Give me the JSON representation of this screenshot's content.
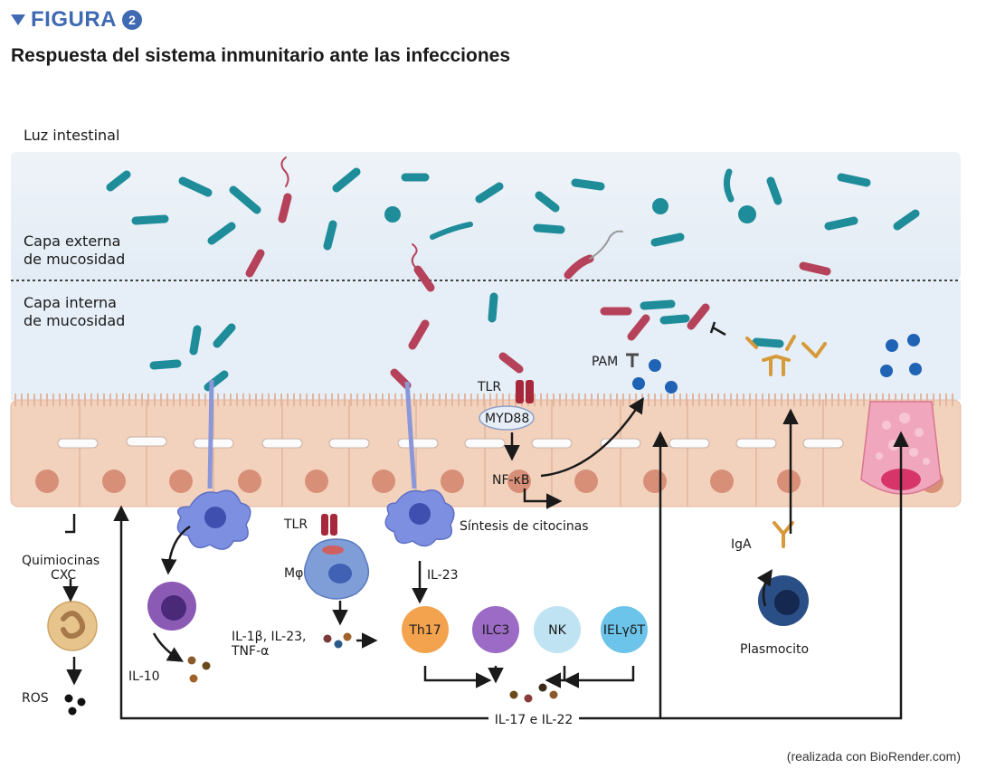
{
  "figure": {
    "word": "FIGURA",
    "number": "2"
  },
  "title": "Respuesta del sistema inmunitario ante las infecciones",
  "credit": "(realizada con BioRender.com)",
  "colors": {
    "accent": "#3f6ab3",
    "bacteria_teal": "#1e8c99",
    "bacteria_red": "#b5425a",
    "epithelium": "#f3d2bd"
  },
  "layers": {
    "lumen": "Luz intestinal",
    "outer_mucus": [
      "Capa externa",
      "de mucosidad"
    ],
    "inner_mucus": [
      "Capa interna",
      "de mucosidad"
    ]
  },
  "labels": {
    "tlr_epithelial": "TLR",
    "myd88": "MYD88",
    "nfkb": "NF-κB",
    "pam": "PAM",
    "cytokine_synthesis": "Síntesis de citocinas",
    "chemokines": [
      "Quimiocinas",
      "CXC"
    ],
    "ros": "ROS",
    "il10": "IL-10",
    "tlr_macrophage": "TLR",
    "macrophage": "Mφ",
    "macrophage_cytokines": [
      "IL-1β, IL-23,",
      "TNF-α"
    ],
    "il23": "IL-23",
    "th17": "Th17",
    "ilc3": "ILC3",
    "nk": "NK",
    "iel": "IELγδT",
    "il17_il22": "IL-17 e IL-22",
    "iga": "IgA",
    "plasma_cell": "Plasmocito"
  }
}
